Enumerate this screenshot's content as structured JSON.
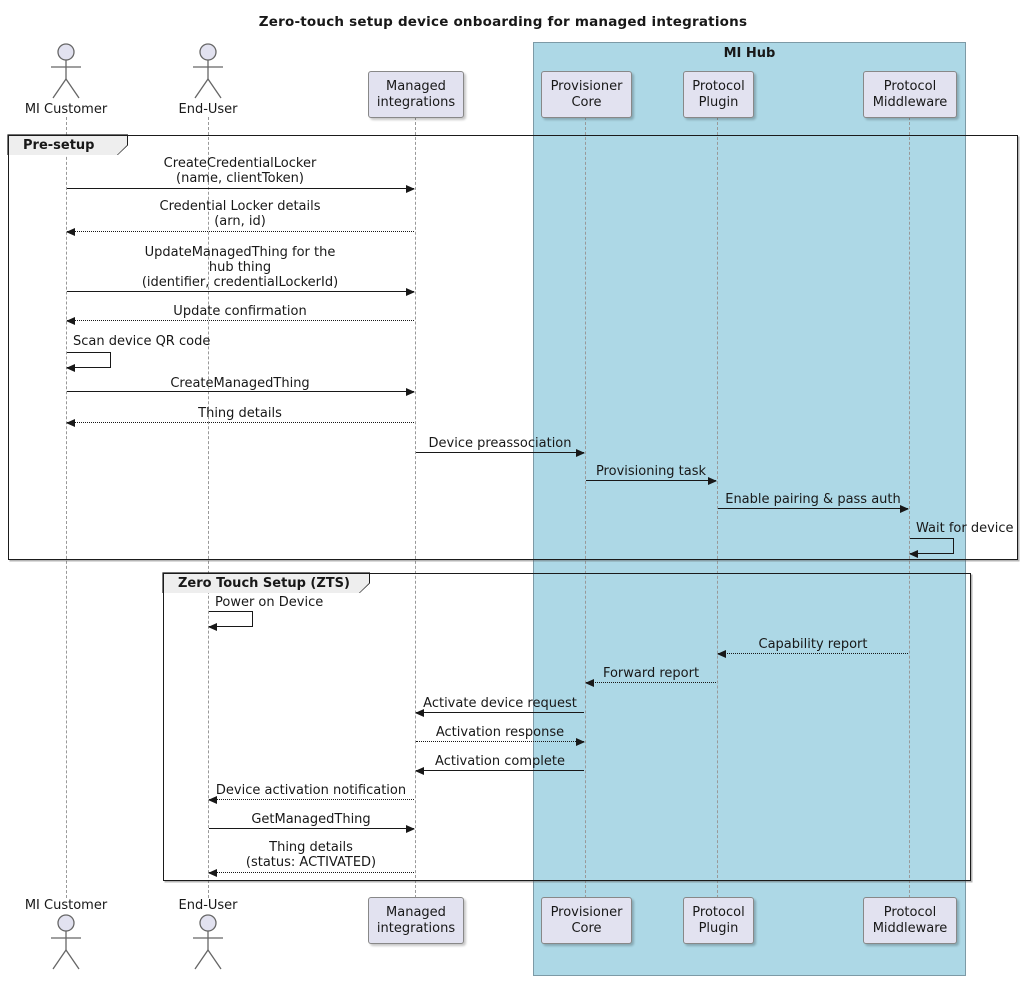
{
  "title": "Zero-touch setup device onboarding for managed integrations",
  "colors": {
    "hub_fill": "#ADD8E6",
    "participant_fill": "#E2E2F0",
    "frame_label_fill": "#EEEEEE",
    "line": "#181818",
    "lifeline": "#999999"
  },
  "hub": {
    "label": "MI Hub"
  },
  "frames": {
    "presetup": {
      "label": "Pre-setup"
    },
    "zts": {
      "label": "Zero Touch Setup (ZTS)"
    }
  },
  "participants": {
    "mi_customer": {
      "label": "MI Customer",
      "type": "actor"
    },
    "end_user": {
      "label": "End-User",
      "type": "actor"
    },
    "managed_integrations": {
      "label": "Managed\nintegrations",
      "type": "participant"
    },
    "provisioner_core": {
      "label": "Provisioner\nCore",
      "type": "participant",
      "box": "MI Hub"
    },
    "protocol_plugin": {
      "label": "Protocol\nPlugin",
      "type": "participant",
      "box": "MI Hub"
    },
    "protocol_middleware": {
      "label": "Protocol\nMiddleware",
      "type": "participant",
      "box": "MI Hub"
    }
  },
  "messages": {
    "create_credential_locker": {
      "text": "CreateCredentialLocker\n(name, clientToken)",
      "from": "mi_customer",
      "to": "managed_integrations",
      "line": "solid"
    },
    "credential_locker_details": {
      "text": "Credential Locker details\n(arn, id)",
      "from": "managed_integrations",
      "to": "mi_customer",
      "line": "dashed"
    },
    "update_managed_thing": {
      "text": "UpdateManagedThing for the\nhub thing\n(identifier, credentialLockerId)",
      "from": "mi_customer",
      "to": "managed_integrations",
      "line": "solid"
    },
    "update_confirmation": {
      "text": "Update confirmation",
      "from": "managed_integrations",
      "to": "mi_customer",
      "line": "dashed"
    },
    "scan_device_qr_code": {
      "text": "Scan device QR code",
      "from": "mi_customer",
      "to": "mi_customer",
      "line": "solid"
    },
    "create_managed_thing": {
      "text": "CreateManagedThing",
      "from": "mi_customer",
      "to": "managed_integrations",
      "line": "solid"
    },
    "thing_details": {
      "text": "Thing details",
      "from": "managed_integrations",
      "to": "mi_customer",
      "line": "dashed"
    },
    "device_preassociation": {
      "text": "Device preassociation",
      "from": "managed_integrations",
      "to": "provisioner_core",
      "line": "solid"
    },
    "provisioning_task": {
      "text": "Provisioning task",
      "from": "provisioner_core",
      "to": "protocol_plugin",
      "line": "solid"
    },
    "enable_pairing": {
      "text": "Enable pairing & pass auth",
      "from": "protocol_plugin",
      "to": "protocol_middleware",
      "line": "solid"
    },
    "wait_for_device": {
      "text": "Wait for device",
      "from": "protocol_middleware",
      "to": "protocol_middleware",
      "line": "solid"
    },
    "power_on_device": {
      "text": "Power on Device",
      "from": "end_user",
      "to": "end_user",
      "line": "solid"
    },
    "capability_report": {
      "text": "Capability report",
      "from": "protocol_middleware",
      "to": "protocol_plugin",
      "line": "dashed"
    },
    "forward_report": {
      "text": "Forward report",
      "from": "protocol_plugin",
      "to": "provisioner_core",
      "line": "dashed"
    },
    "activate_device_request": {
      "text": "Activate device request",
      "from": "provisioner_core",
      "to": "managed_integrations",
      "line": "solid"
    },
    "activation_response": {
      "text": "Activation response",
      "from": "managed_integrations",
      "to": "provisioner_core",
      "line": "dashed"
    },
    "activation_complete": {
      "text": "Activation complete",
      "from": "provisioner_core",
      "to": "managed_integrations",
      "line": "solid"
    },
    "device_activation_notification": {
      "text": "Device activation notification",
      "from": "managed_integrations",
      "to": "end_user",
      "line": "dashed"
    },
    "get_managed_thing": {
      "text": "GetManagedThing",
      "from": "end_user",
      "to": "managed_integrations",
      "line": "solid"
    },
    "thing_details_activated": {
      "text": "Thing details\n(status: ACTIVATED)",
      "from": "managed_integrations",
      "to": "end_user",
      "line": "dashed"
    }
  }
}
